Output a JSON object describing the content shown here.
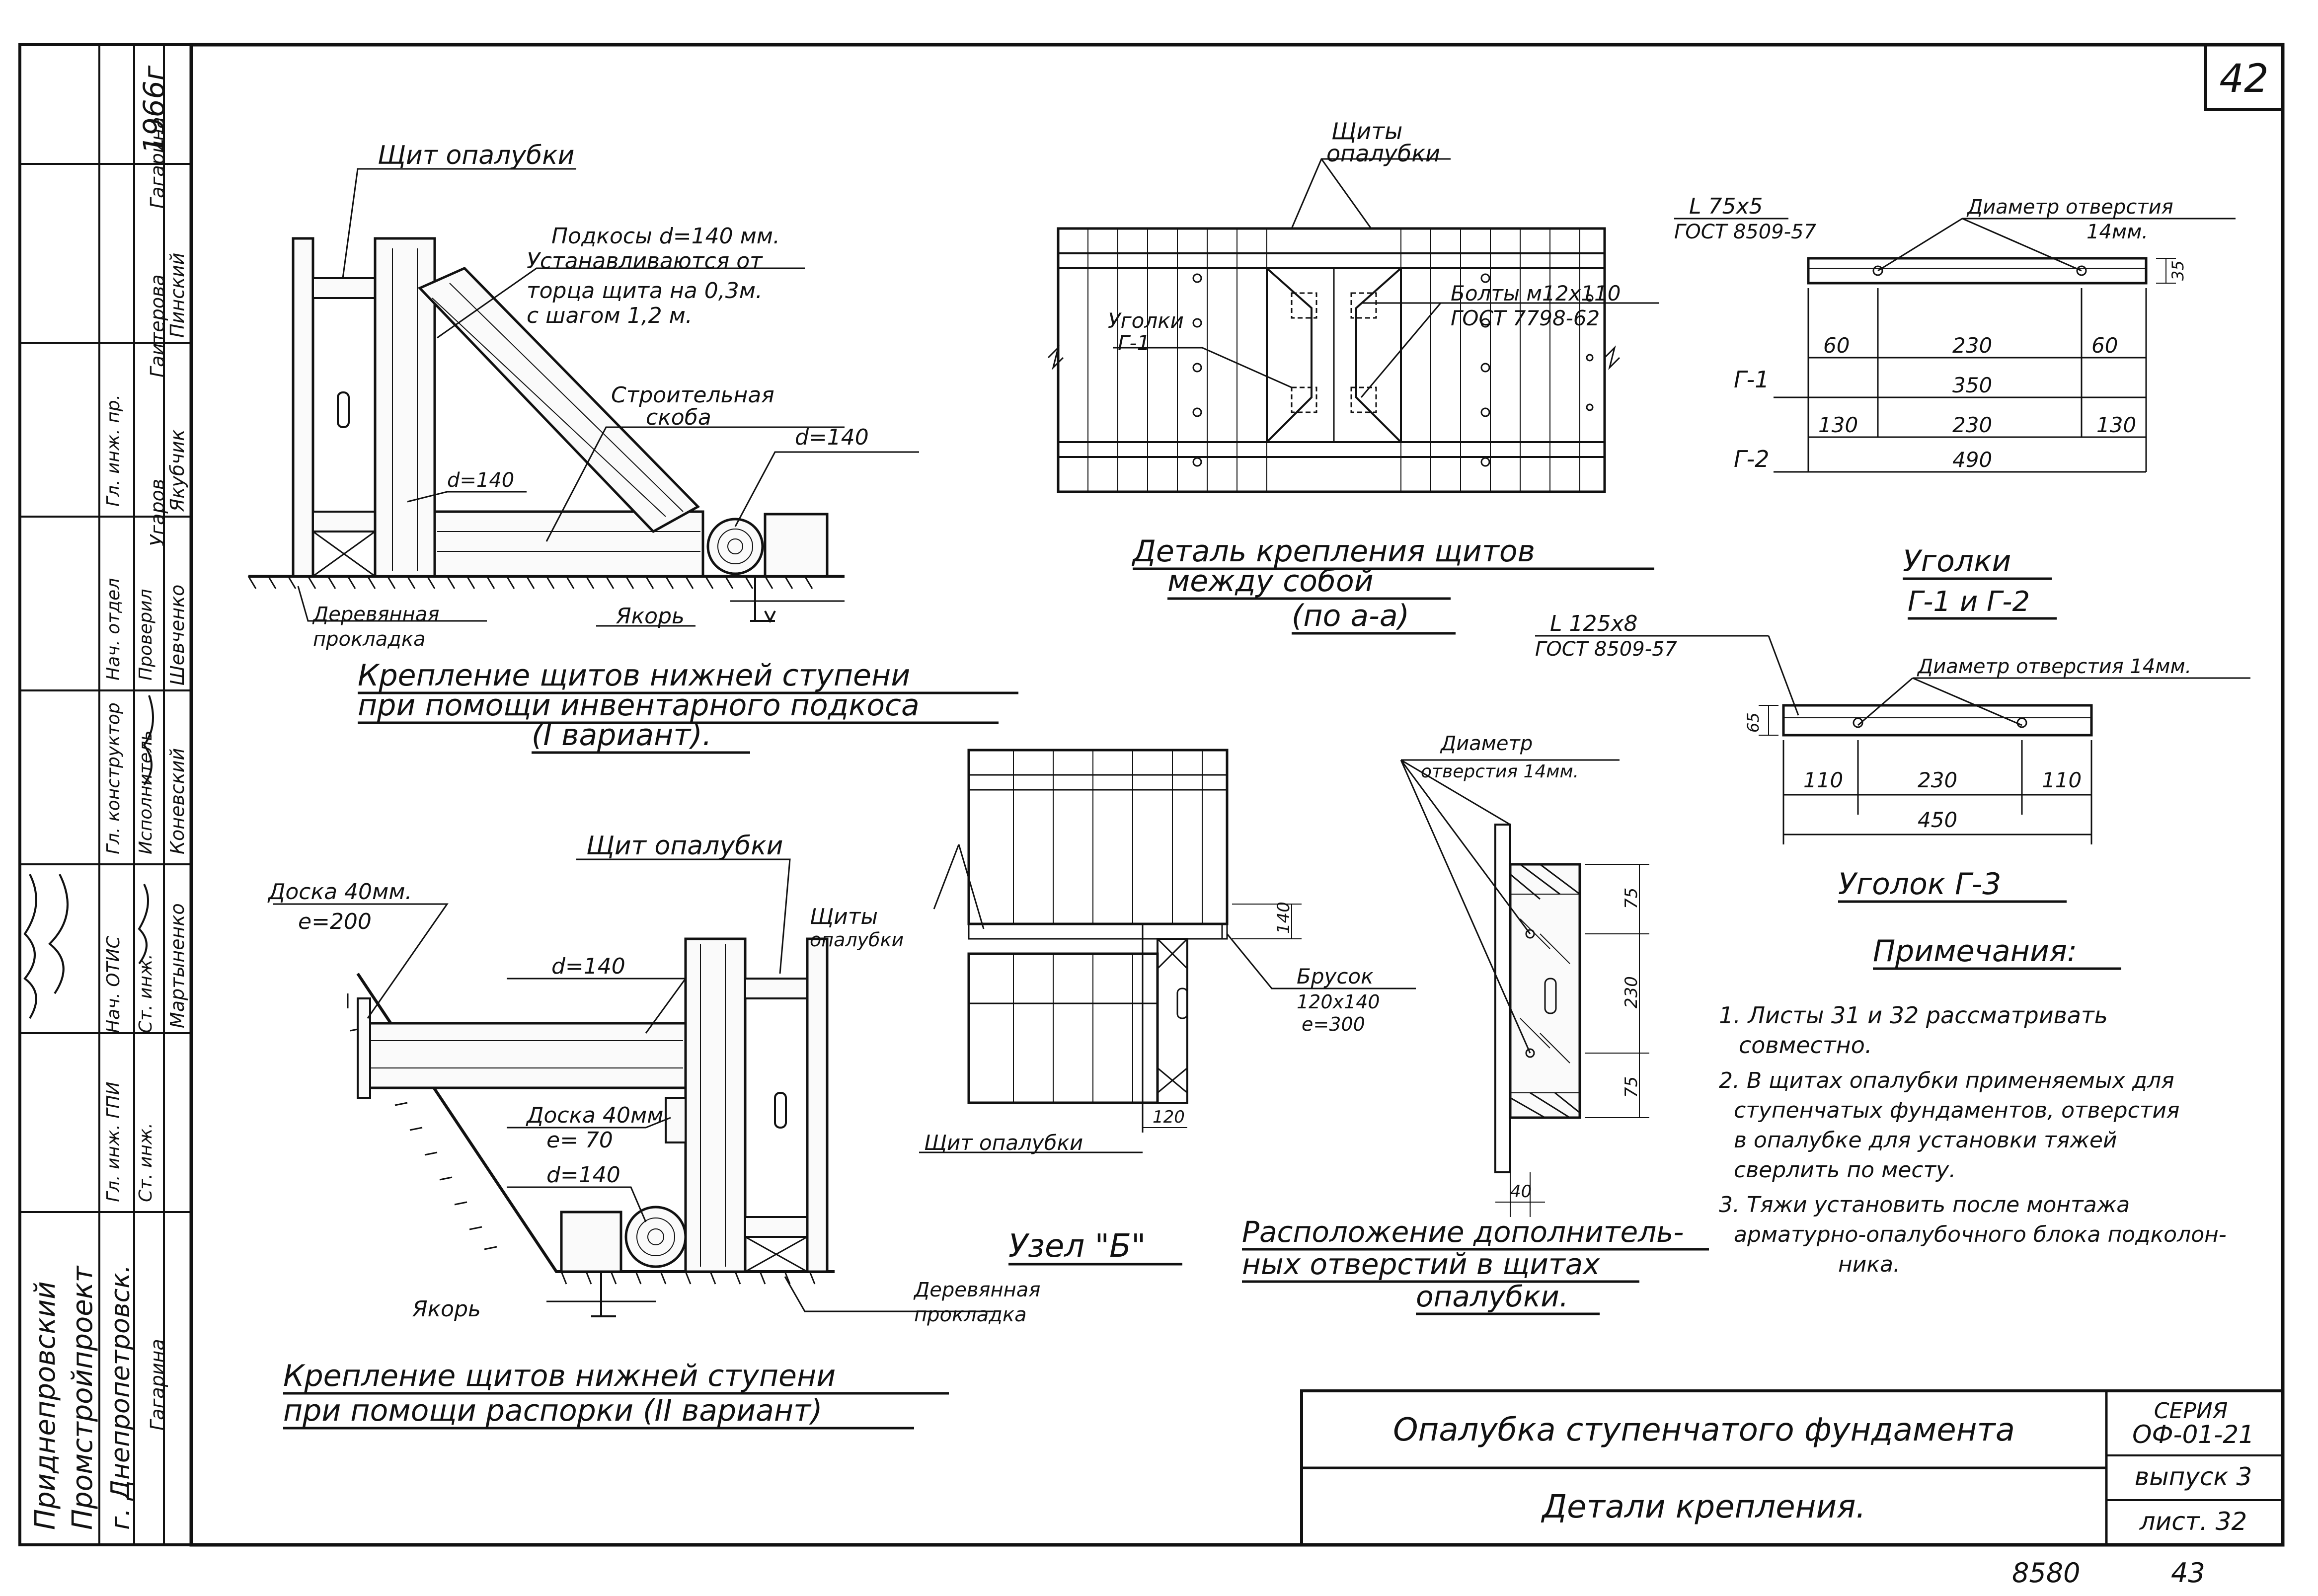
{
  "sheet_number": "42",
  "series_label": "СЕРИЯ",
  "series": "ОФ-01-21",
  "issue": "выпуск 3",
  "list": "лист. 32",
  "footer_left": "8580",
  "footer_right": "43",
  "title_main": "Опалубка ступенчатого фундамента",
  "title_sub": "Детали крепления.",
  "year": "1966г",
  "org": {
    "line1": "Приднепровский",
    "line2": "Промстройпроект",
    "line3": "г. Днепропетровск."
  },
  "stamp": {
    "roles": [
      "Гл. инж. ГПИ",
      "Нач. ОТИС",
      "Гл. конструктор",
      "Нач. отдел",
      "Гл. инж. пр.",
      "Ст. инж.",
      "Ст. инж.",
      "Исполнитель",
      "Проверил"
    ],
    "names": [
      "Мартыненко",
      "Коневский",
      "Шевченко",
      "Якубчик",
      "Пинский",
      "Гагарина",
      "Угаров",
      "Гаитерова",
      "Гагарина"
    ]
  },
  "det1": {
    "label_shield": "Щит опалубки",
    "label_brace": "Подкосы  d=140 мм.",
    "label_brace2": "Устанавливаются от",
    "label_brace3": "торца щита на 0,3м.",
    "label_brace4": "с шагом 1,2 м.",
    "label_clamp": "Строительная",
    "label_clamp2": "скоба",
    "label_d140a": "d=140",
    "label_d140b": "d=140",
    "label_pad": "Деревянная",
    "label_pad2": "прокладка",
    "label_anchor": "Якорь",
    "caption1": "Крепление щитов нижней ступени",
    "caption2": "при помощи инвентарного подкоса",
    "caption3": "(I вариант)."
  },
  "det2": {
    "label_shield": "Щит опалубки",
    "label_board": "Доска 40мм.",
    "label_board_e": "е=200",
    "label_d140": "d=140",
    "label_board2": "Доска 40мм",
    "label_board2_e": "е= 70",
    "label_d140b": "d=140",
    "label_anchor": "Якорь",
    "label_pad": "Деревянная",
    "label_pad2": "прокладка",
    "caption1": "Крепление щитов нижней ступени",
    "caption2": "при помощи распорки (II вариант)"
  },
  "det3": {
    "label_shields": "Щиты",
    "label_shields2": "опалубки",
    "label_corners": "Уголки",
    "label_corners2": "Г-1",
    "label_bolts": "Болты м12х110",
    "label_bolts2": "ГОСТ 7798-62",
    "caption1": "Деталь крепления щитов",
    "caption2": "между собой",
    "caption3": "(по а-а)"
  },
  "angle": {
    "l1": "L 75х5",
    "gost1": "ГОСТ 8509-57",
    "hole1": "Диаметр отверстия",
    "hole1b": "14мм.",
    "dim_h1": "35",
    "g1": "Г-1",
    "g2": "Г-2",
    "r1": [
      "60",
      "230",
      "60"
    ],
    "r1t": "350",
    "r2": [
      "130",
      "230",
      "130"
    ],
    "r2t": "490",
    "caption1": "Уголки",
    "caption2": "Г-1 и Г-2",
    "l2": "L 125х8",
    "gost2": "ГОСТ 8509-57",
    "hole2": "Диаметр отверстия 14мм.",
    "dim_h2": "65",
    "r3": [
      "110",
      "230",
      "110"
    ],
    "r3t": "450",
    "caption3": "Уголок Г-3"
  },
  "node": {
    "label_shields": "Щиты",
    "label_shields2": "опалубки",
    "label_bar": "Брусок",
    "label_bar2": "120х140",
    "label_bar3": "е=300",
    "dim140": "140",
    "dim120": "120",
    "label_shield": "Щит опалубки",
    "caption": "Узел \"Б\""
  },
  "holes": {
    "label": "Диаметр",
    "label2": "отверстия 14мм.",
    "d75a": "75",
    "d230": "230",
    "d75b": "75",
    "d40": "40",
    "caption1": "Расположение дополнитель-",
    "caption2": "ных отверстий в щитах",
    "caption3": "опалубки."
  },
  "notes": {
    "title": "Примечания:",
    "items": [
      "1. Листы 31 и 32  рассматривать",
      "совместно.",
      "2. В щитах опалубки применяемых для",
      "ступенчатых фундаментов, отверстия",
      "в опалубке для установки тяжей",
      "сверлить по месту.",
      "3. Тяжи установить после монтажа",
      "арматурно-опалубочного блока подколон-",
      "ника."
    ]
  }
}
